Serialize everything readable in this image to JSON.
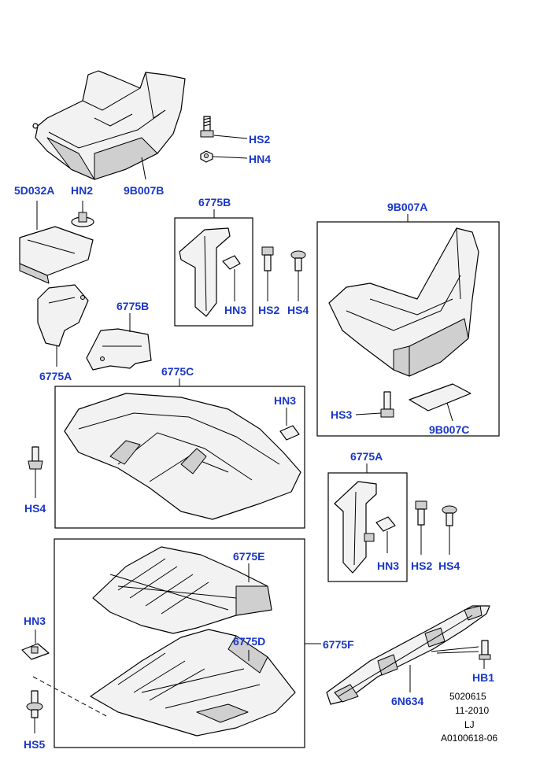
{
  "labels": {
    "hs2_top": "HS2",
    "hn4_top": "HN4",
    "p_5d032a": "5D032A",
    "hn2": "HN2",
    "p_9b007b": "9B007B",
    "p_6775b_box": "6775B",
    "hn3_b": "HN3",
    "hs2_b": "HS2",
    "hs4_b": "HS4",
    "p_6775b_loose": "6775B",
    "p_6775a_loose": "6775A",
    "p_9b007a": "9B007A",
    "hs3": "HS3",
    "p_9b007c": "9B007C",
    "p_6775c": "6775C",
    "hn3_c": "HN3",
    "hs4_left": "HS4",
    "p_6775a_box": "6775A",
    "hn3_a": "HN3",
    "hs2_a": "HS2",
    "hs4_a": "HS4",
    "p_6775e": "6775E",
    "p_6775d": "6775D",
    "p_6775f": "6775F",
    "hn3_left": "HN3",
    "hs5": "HS5",
    "hb1": "HB1",
    "p_6n634": "6N634"
  },
  "info": {
    "line1": "5020615",
    "line2": "11-2010",
    "line3": "LJ",
    "line4": "A0100618-06"
  },
  "colors": {
    "label": "#1a37c8",
    "line": "#000000"
  }
}
